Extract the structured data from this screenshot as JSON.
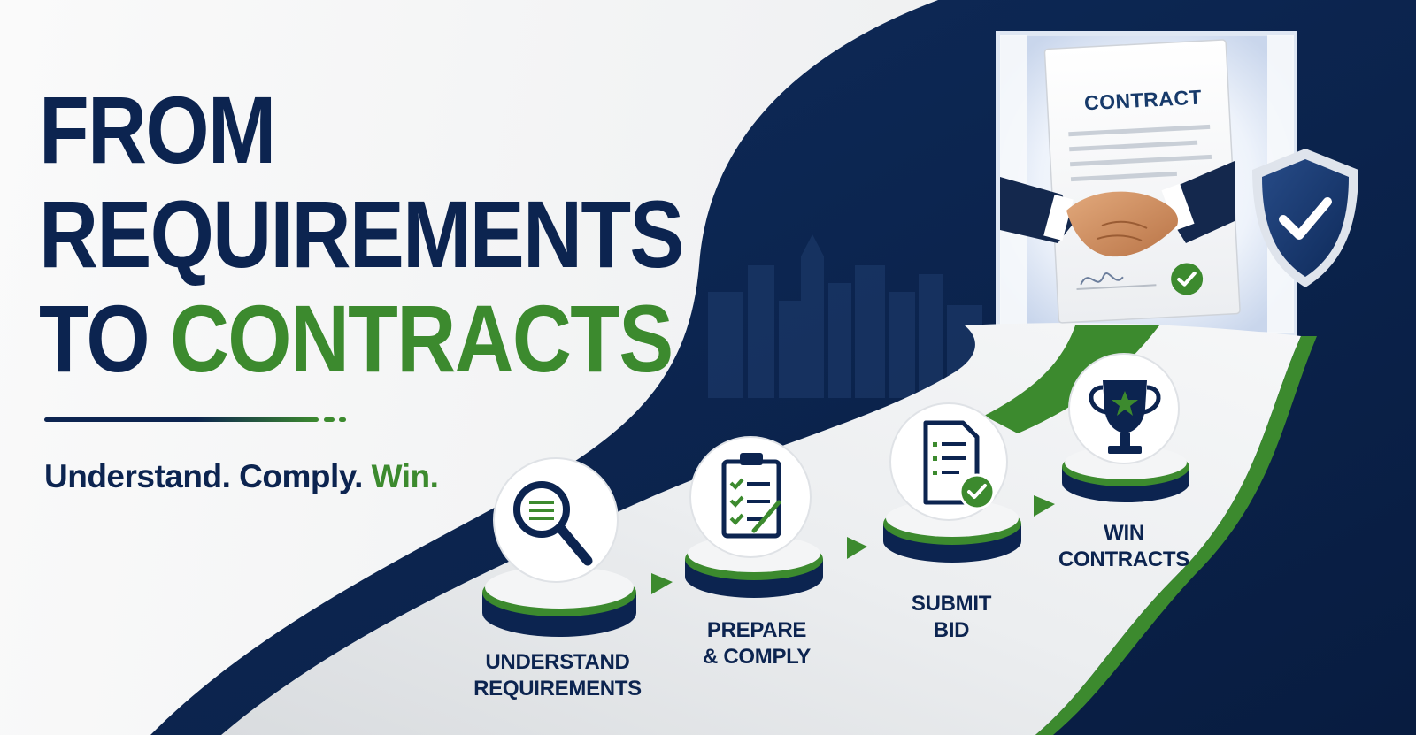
{
  "headline": {
    "line1": "FROM",
    "line2": "REQUIREMENTS",
    "line3_prefix": "TO ",
    "line3_highlight": "CONTRACTS"
  },
  "tagline": {
    "part1": "Understand. Comply. ",
    "part2": "Win."
  },
  "document": {
    "title": "CONTRACT"
  },
  "steps": [
    {
      "label": "UNDERSTAND REQUIREMENTS",
      "icon": "magnifier-icon"
    },
    {
      "label": "PREPARE & COMPLY",
      "icon": "clipboard-checklist-icon"
    },
    {
      "label": "SUBMIT BID",
      "icon": "document-check-icon"
    },
    {
      "label": "WIN CONTRACTS",
      "icon": "trophy-icon"
    }
  ],
  "colors": {
    "navy": "#0c2450",
    "green": "#3c8a2e",
    "light_bg": "#f2f3f4"
  }
}
